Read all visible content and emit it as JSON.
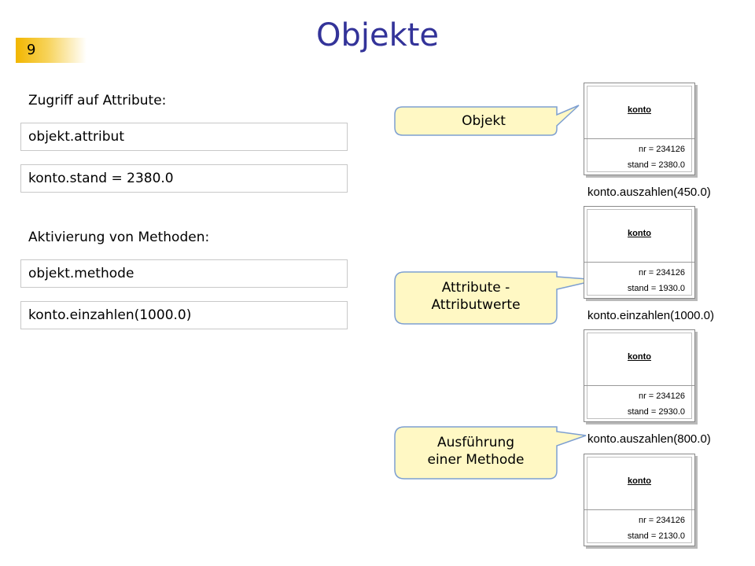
{
  "slide": {
    "number": "9",
    "title": "Objekte"
  },
  "left": {
    "access_label": "Zugriff auf Attribute:",
    "access_code_1": "objekt.attribut",
    "access_code_2": "konto.stand = 2380.0",
    "method_label": "Aktivierung von Methoden:",
    "method_code_1": "objekt.methode",
    "method_code_2": "konto.einzahlen(1000.0)"
  },
  "callouts": {
    "objekt": "Objekt",
    "attribute_line1": "Attribute  -",
    "attribute_line2": "Attributwerte",
    "ausfuehrung_line1": "Ausführung",
    "ausfuehrung_line2": "einer Methode"
  },
  "objects": [
    {
      "name": "konto",
      "nr_label": "nr",
      "nr": "234126",
      "stand_label": "stand",
      "stand": "2380.0"
    },
    {
      "name": "konto",
      "nr_label": "nr",
      "nr": "234126",
      "stand_label": "stand",
      "stand": "1930.0"
    },
    {
      "name": "konto",
      "nr_label": "nr",
      "nr": "234126",
      "stand_label": "stand",
      "stand": "2930.0"
    },
    {
      "name": "konto",
      "nr_label": "nr",
      "nr": "234126",
      "stand_label": "stand",
      "stand": "2130.0"
    }
  ],
  "calls": [
    "konto.auszahlen(450.0)",
    "konto.einzahlen(1000.0)",
    "konto.auszahlen(800.0)"
  ],
  "colors": {
    "title": "#333399",
    "callout_fill": "#fff8c4",
    "callout_stroke": "#7d9fd1",
    "slide_num_accent": "#f2b600"
  }
}
